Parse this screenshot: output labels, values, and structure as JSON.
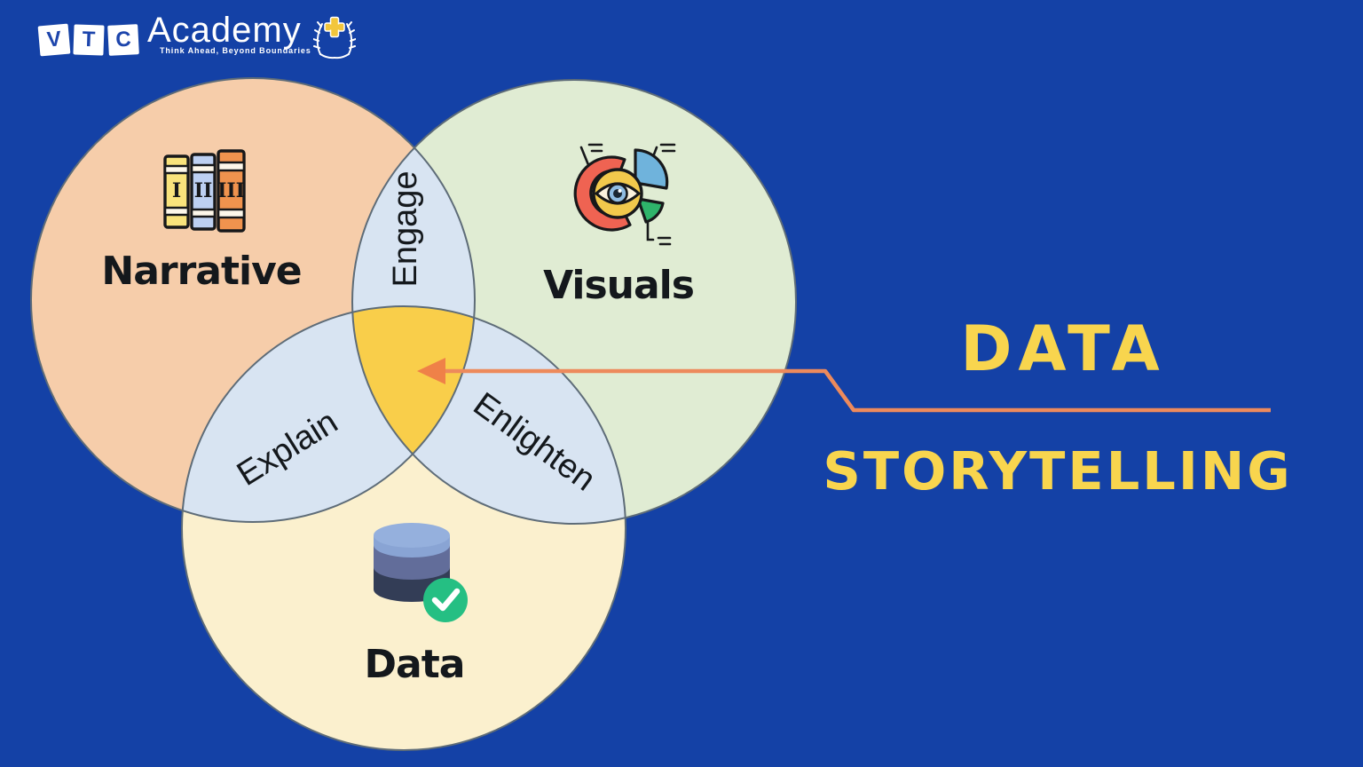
{
  "background_color": "#1441A6",
  "logo": {
    "letters": [
      "V",
      "T",
      "C"
    ],
    "name": "Academy",
    "tagline": "Think Ahead, Beyond Boundaries",
    "plus_color": "#F2C63C"
  },
  "title": {
    "line1": "DATA",
    "line2": "STORYTELLING",
    "color": "#F8D54E"
  },
  "venn": {
    "outline_color": "#5E6C78",
    "circles": [
      {
        "id": "narrative",
        "label": "Narrative",
        "color": "#F6CDAA",
        "icon": "books-icon"
      },
      {
        "id": "visuals",
        "label": "Visuals",
        "color": "#E0ECD3",
        "icon": "pie-chart-eye-icon"
      },
      {
        "id": "data",
        "label": "Data",
        "color": "#FBF0CE",
        "icon": "database-check-icon"
      }
    ],
    "overlaps": [
      {
        "id": "narrative-visuals",
        "label": "Engage",
        "color": "#D8E4F2"
      },
      {
        "id": "narrative-data",
        "label": "Explain",
        "color": "#D8E4F2"
      },
      {
        "id": "visuals-data",
        "label": "Enlighten",
        "color": "#D8E4F2"
      }
    ],
    "center": {
      "color": "#F9CE4A"
    }
  },
  "icons": {
    "books": {
      "numerals": [
        "I",
        "II",
        "III"
      ]
    }
  },
  "arrow": {
    "color": "#ED8A5C",
    "head_color": "#EF8148"
  }
}
